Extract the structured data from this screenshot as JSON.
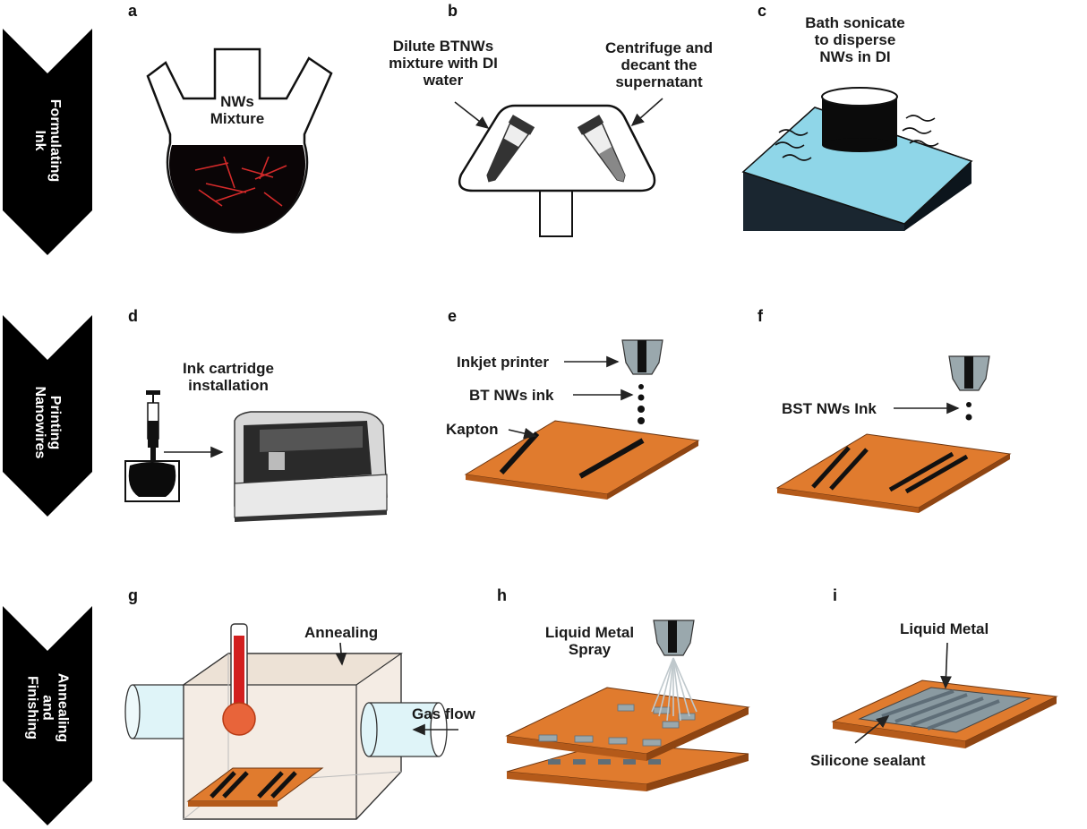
{
  "stages": [
    "Formulating\nInk",
    "Printing\nNanowires",
    "Annealing\nand\nFinishing"
  ],
  "panels": {
    "a": {
      "letter": "a",
      "labels": [
        "NWs\nMixture"
      ]
    },
    "b": {
      "letter": "b",
      "labels": [
        "Dilute BTNWs\nmixture with DI\nwater",
        "Centrifuge and\ndecant the\nsupernatant"
      ]
    },
    "c": {
      "letter": "c",
      "labels": [
        "Bath sonicate\nto disperse\nNWs in DI"
      ]
    },
    "d": {
      "letter": "d",
      "labels": [
        "Ink cartridge\ninstallation"
      ]
    },
    "e": {
      "letter": "e",
      "labels": [
        "Inkjet printer",
        "BT NWs ink",
        "Kapton"
      ]
    },
    "f": {
      "letter": "f",
      "labels": [
        "BST NWs Ink"
      ]
    },
    "g": {
      "letter": "g",
      "labels": [
        "Annealing",
        "Gas flow"
      ]
    },
    "h": {
      "letter": "h",
      "labels": [
        "Liquid Metal\nSpray"
      ]
    },
    "i": {
      "letter": "i",
      "labels": [
        "Liquid Metal",
        "Silicone sealant"
      ]
    }
  },
  "colors": {
    "kapton": "#e07b2e",
    "arrow_stage": "#000000",
    "bath": "#8fd6e8",
    "mercury": "#d21f1f",
    "tube": "#dff4f8",
    "metal": "#9aa8ad"
  }
}
